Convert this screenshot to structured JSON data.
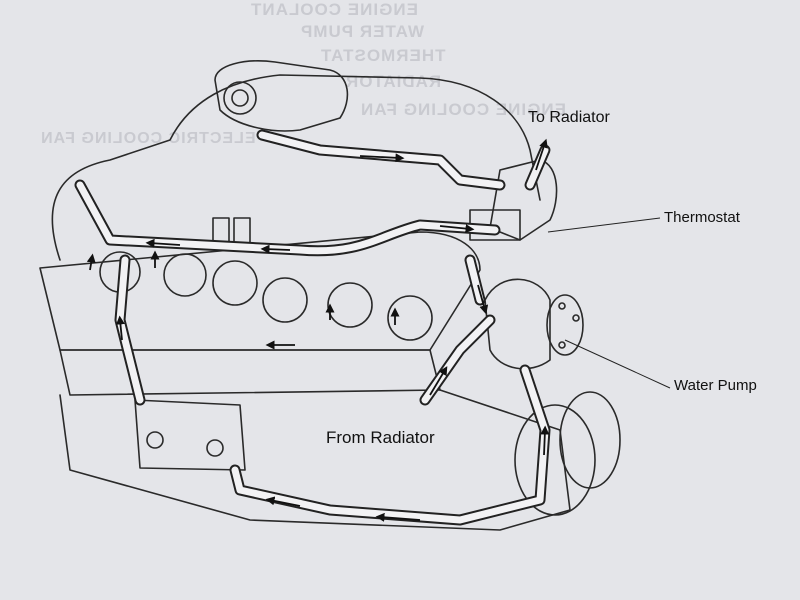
{
  "page": {
    "bleed_through": [
      "ENGINE COOLANT",
      "WATER PUMP",
      "THERMOSTAT",
      "RADIATOR",
      "ENGINE COOLING FAN",
      "ELECTRIC COOLING FAN"
    ]
  },
  "labels": {
    "to_radiator": "To Radiator",
    "thermostat": "Thermostat",
    "water_pump": "Water Pump",
    "from_radiator": "From Radiator"
  }
}
